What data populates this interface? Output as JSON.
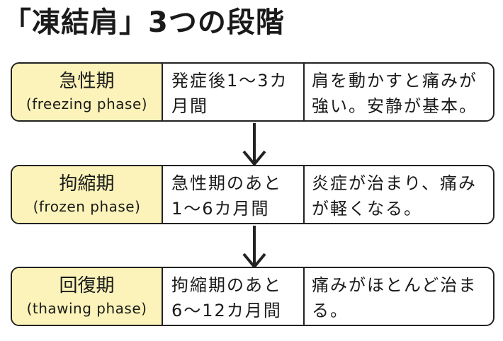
{
  "title": "「凍結肩」3つの段階",
  "phases": [
    {
      "name": "急性期",
      "name_en": "(freezing phase)",
      "duration": [
        "発症後1～3カ",
        "月間"
      ],
      "description": [
        "肩を動かすと痛みが",
        "強い。安静が基本。"
      ]
    },
    {
      "name": "拘縮期",
      "name_en": "(frozen phase)",
      "duration": [
        "急性期のあと",
        "1～6カ月間"
      ],
      "description": [
        "炎症が治まり、痛み",
        "が軽くなる。"
      ]
    },
    {
      "name": "回復期",
      "name_en": "(thawing phase)",
      "duration": [
        "拘縮期のあと",
        "6～12カ月間"
      ],
      "description": [
        "痛みがほとんど治ま",
        "る。"
      ]
    }
  ],
  "arrow_icon": "arrow-down-icon",
  "colors": {
    "phase_label_bg": "#fbf3b9",
    "border": "#222222",
    "text": "#1a1a1a"
  }
}
